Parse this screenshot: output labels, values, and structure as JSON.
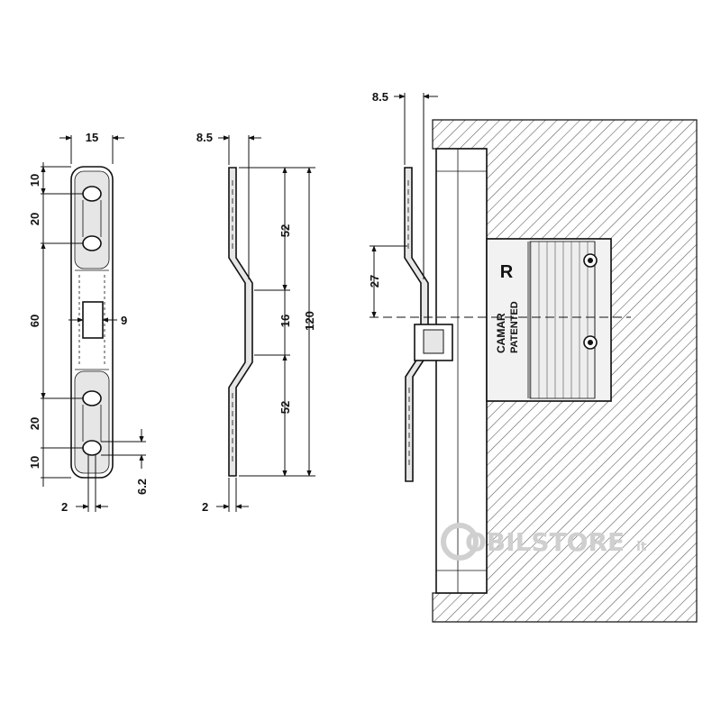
{
  "front_view": {
    "width": "15",
    "end_margin_top": "10",
    "slot_spacing_top": "20",
    "center_section": "60",
    "slot_width": "9",
    "slot_spacing_bottom": "20",
    "end_margin_bottom": "10",
    "hole_offset": "6.2",
    "thickness": "2"
  },
  "side_view": {
    "offset": "8.5",
    "upper_length": "52",
    "step_length": "16",
    "lower_length": "52",
    "total_length": "120",
    "thickness": "2"
  },
  "installed_view": {
    "offset": "8.5",
    "step_height": "27",
    "body_letter": "R",
    "brand": "CAMAR",
    "patent": "PATENTED"
  },
  "watermark": {
    "text": "OBILSTORE",
    "suffix": "it"
  },
  "colors": {
    "line": "#111111",
    "hatch": "#555555",
    "part_fill": "#e6e6e6",
    "background": "#ffffff"
  }
}
